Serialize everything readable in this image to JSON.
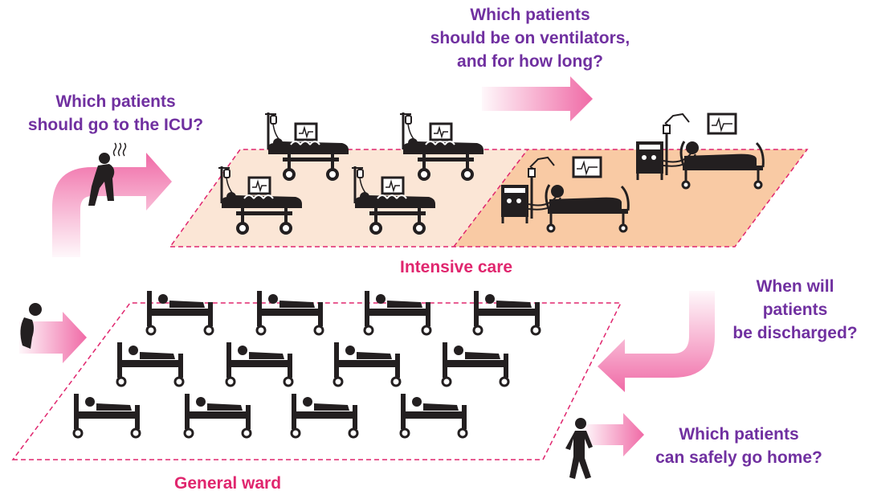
{
  "questions": {
    "icu_line1": "Which patients",
    "icu_line2": "should go to the ICU?",
    "vent_line1": "Which patients",
    "vent_line2": "should be on ventilators,",
    "vent_line3": "and for  how long?",
    "discharge_line1": "When will",
    "discharge_line2": "patients",
    "discharge_line3": "be discharged?",
    "home_line1": "Which patients",
    "home_line2": "can safely go home?"
  },
  "zones": {
    "intensive_care": "Intensive care",
    "general_ward": "General ward"
  },
  "colors": {
    "question_text": "#7030a0",
    "zone_text": "#e0266e",
    "arrow_pink": "#f06aa6",
    "icu_fill_light": "#fbe6d6",
    "icu_fill_dark": "#f9caa4",
    "dash_border": "#e0266e",
    "icon_dark": "#231f20"
  },
  "icons": [
    "arrow-icon",
    "sick-patient-icon",
    "hospital-gurney-icon",
    "ventilator-bed-icon",
    "ward-bed-icon",
    "walking-person-icon",
    "hunched-person-icon"
  ]
}
